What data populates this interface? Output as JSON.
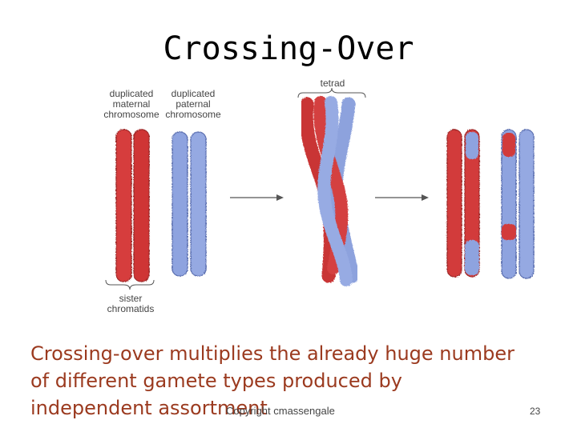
{
  "title": "Crossing-Over",
  "figure": {
    "label_maternal": [
      "duplicated",
      "maternal",
      "chromosome"
    ],
    "label_paternal": [
      "duplicated",
      "paternal",
      "chromosome"
    ],
    "label_tetrad": "tetrad",
    "label_sister": [
      "sister",
      "chromatids"
    ]
  },
  "body_lines": [
    "Crossing-over multiplies the already huge number",
    "of different gamete types produced by",
    "independent assortment"
  ],
  "copyright": "Copyright cmassengale",
  "page_number": "23",
  "colors": {
    "maternal": "#d23a3a",
    "paternal": "#8aa0dd",
    "text": "#9b3a1f"
  }
}
